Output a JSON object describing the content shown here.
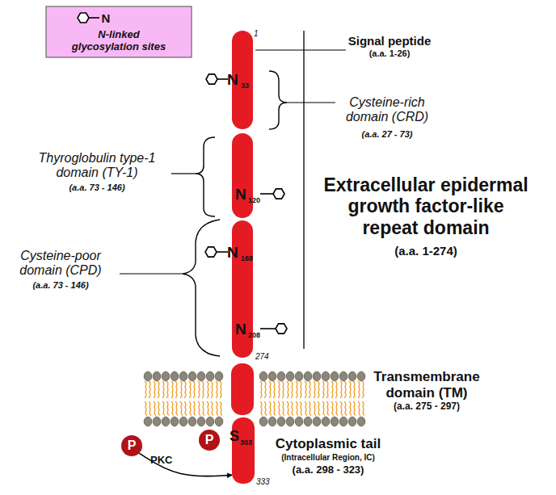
{
  "diagram": {
    "nodes": [
      {
        "text": [
          "1",
          "N",
          "33"
        ]
      },
      {
        "text": [
          "N",
          "120"
        ]
      },
      {
        "text": [
          "N",
          "168",
          "N",
          "208",
          "274"
        ]
      },
      {
        "text": [
          "S",
          "303",
          "333"
        ]
      },
      {
        "text": [
          "P"
        ]
      },
      {
        "text": [
          "P"
        ]
      }
    ],
    "edges": [
      {
        "from": 4,
        "to": 3,
        "arrow": "to",
        "label": "PKC"
      }
    ],
    "labels": [
      "N",
      "Signal peptide",
      "(a.a. 1-26)",
      "Cysteine-rich domain (CRD)",
      "(a.a. 27 - 73)",
      "Thyroglobulin type-1 domain (TY-1)",
      "(a.a. 73 - 146)",
      "Extracellular epidermal growth factor-like repeat domain",
      "(a.a. 1-274)",
      "Cysteine-poor domain (CPD)",
      "(a.a. 73 - 146)",
      "Transmembrane domain (TM)",
      "(a.a. 275 - 297)",
      "Cytoplasmic tail",
      "(Intracellular Region, IC)",
      "(a.a. 298 - 323)"
    ],
    "legend": [
      {
        "text": "N-linked glycosylation sites"
      }
    ]
  }
}
